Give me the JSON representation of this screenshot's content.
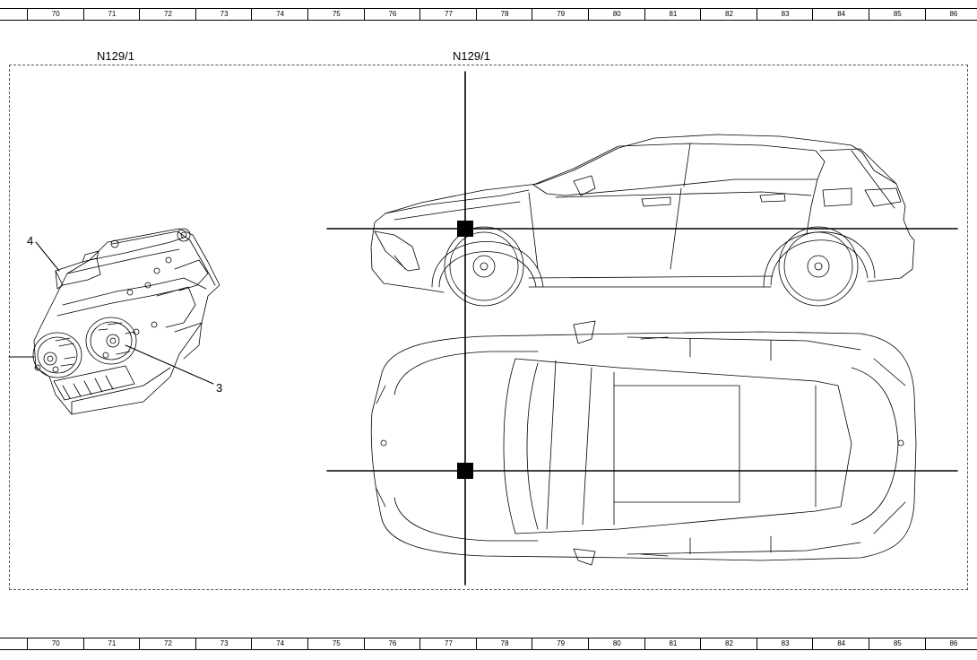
{
  "ruler": {
    "numbers": [
      "70",
      "71",
      "72",
      "73",
      "74",
      "75",
      "76",
      "77",
      "78",
      "79",
      "80",
      "81",
      "82",
      "83",
      "84",
      "85",
      "86"
    ]
  },
  "labels": {
    "component_title": "N129/1",
    "location_title": "N129/1",
    "callout_4": "4",
    "callout_3": "3"
  },
  "icons": {
    "location_marker": "filled-square-marker"
  }
}
